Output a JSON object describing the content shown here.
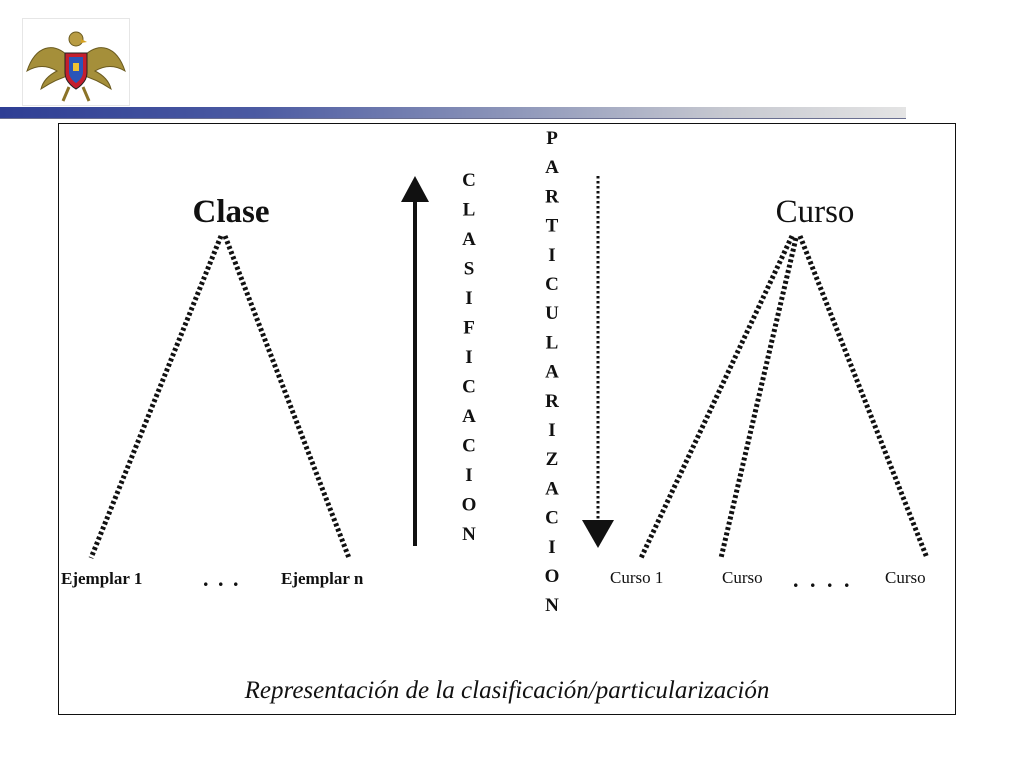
{
  "diagram": {
    "left": {
      "parent": "Clase",
      "children": [
        "Ejemplar 1",
        "Ejemplar n"
      ],
      "ellipsis": ". . ."
    },
    "right": {
      "parent": "Curso",
      "children": [
        "Curso 1",
        "Curso",
        "Curso"
      ],
      "ellipsis": ". . . ."
    },
    "up_arrow_label": [
      "C",
      "L",
      "A",
      "S",
      "I",
      "F",
      "I",
      "C",
      "A",
      "C",
      "I",
      "O",
      "N"
    ],
    "down_arrow_label": [
      "P",
      "A",
      "R",
      "T",
      "I",
      "C",
      "U",
      "L",
      "A",
      "R",
      "I",
      "Z",
      "A",
      "C",
      "I",
      "O",
      "N"
    ],
    "caption": "Representación de la clasificación/particularización"
  },
  "colors": {
    "header_dark": "#2e3e94",
    "header_light": "#e4e4e4",
    "ink": "#111111"
  }
}
